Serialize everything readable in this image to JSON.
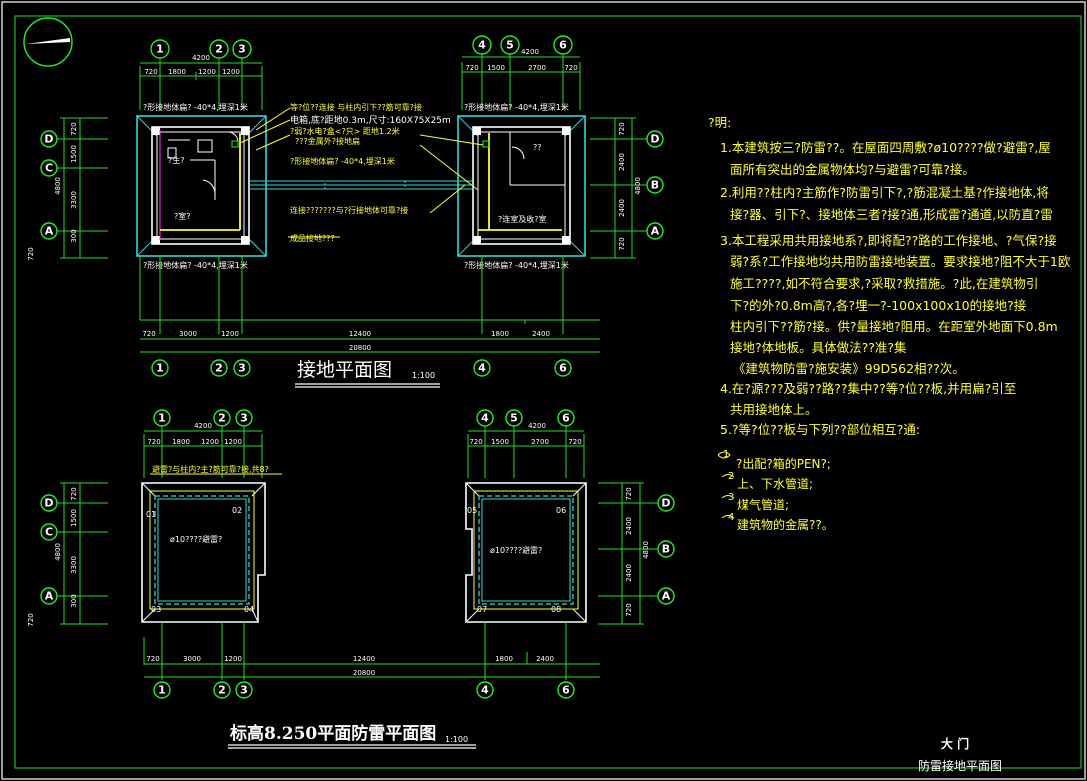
{
  "plan1": {
    "title": "接地平面图",
    "scale": "1:100",
    "axes_top_left": [
      "1",
      "2",
      "3"
    ],
    "axes_top_right": [
      "4",
      "5",
      "6"
    ],
    "top_dim_overall_left": "4200",
    "top_dims_left": [
      "720",
      "1800",
      "1200",
      "1200"
    ],
    "top_dim_overall_right": "4200",
    "top_dims_right": [
      "720",
      "1500",
      "2700",
      "720"
    ],
    "axes_left": [
      "D",
      "C",
      "A"
    ],
    "axes_right": [
      "D",
      "B",
      "A"
    ],
    "left_dims": [
      "720",
      "1500",
      "3300",
      "300",
      "720"
    ],
    "left_dim_overall": "4800",
    "right_dims": [
      "720",
      "2400",
      "2400",
      "720"
    ],
    "right_dim_overall": "4800",
    "bottom_dims": [
      "720",
      "3000",
      "1200",
      "12400",
      "1800",
      "2400"
    ],
    "bottom_overall": "20800",
    "axes_bottom": [
      "1",
      "2",
      "3",
      "4",
      "6"
    ],
    "ann_ring_tl": "?形接地体扁? -40*4,埋深1米",
    "ann_ring_bl": "?形接地体扁? -40*4,埋深1米",
    "ann_ring_tr": "?形接地体扁? -40*4,埋深1米",
    "ann_ring_br": "?形接地体扁? -40*4,埋深1米",
    "ann_mid1": "等?位??连接 与柱内引下??筋可靠?接",
    "ann_mid2": "电箱,底?距地0.3m,尺寸:160X75X25m",
    "ann_mid3": "?弱?水电?盒<?只> 距地1.2米",
    "ann_mid4": "???金属外?接地扁",
    "ann_mid5": "?形接地体扁? -40*4,埋深1米",
    "ann_mid6": "连接???????与?行接地体可靠?接",
    "ann_mid7": "成品接地???",
    "room_left_1": "?生?",
    "room_left_2": "?室?",
    "room_right_1": "??",
    "room_right_2": "?连室及收?室"
  },
  "plan2": {
    "title": "标高8.250平面防雷平面图",
    "scale": "1:100",
    "axes_top_left": [
      "1",
      "2",
      "3"
    ],
    "axes_top_right": [
      "4",
      "5",
      "6"
    ],
    "top_dim_overall_left": "4200",
    "top_dims_left": [
      "720",
      "1800",
      "1200",
      "1200"
    ],
    "top_dim_overall_right": "4200",
    "top_dims_right": [
      "720",
      "1500",
      "2700",
      "720"
    ],
    "axes_left": [
      "D",
      "C",
      "A"
    ],
    "axes_right": [
      "D",
      "B",
      "A"
    ],
    "left_dims": [
      "720",
      "1500",
      "3300",
      "300",
      "720"
    ],
    "left_dim_overall": "4800",
    "right_dims": [
      "720",
      "2400",
      "2400",
      "720"
    ],
    "right_dim_overall": "4800",
    "bottom_dims": [
      "720",
      "3000",
      "1200",
      "12400",
      "1800",
      "2400"
    ],
    "bottom_overall": "20800",
    "axes_bottom": [
      "1",
      "2",
      "3",
      "4",
      "6"
    ],
    "ann_top": "避雷?与柱内?主?筋可靠?接,共8?",
    "ann_left": "ø10????避雷?",
    "ann_right": "ø10????避雷?",
    "points_left": [
      "01",
      "02",
      "03",
      "04"
    ],
    "points_right": [
      "05",
      "06",
      "07",
      "08"
    ]
  },
  "notes": {
    "heading": "?明:",
    "lines": [
      "1.本建筑按三?防雷??。在屋面四周敷?ø10????做?避雷?,屋",
      "面所有突出的金属物体均?与避雷?可靠?接。",
      "2.利用??柱内?主筋作?防雷引下?,?筋混凝土基?作接地体,将",
      "接?器、引下?、接地体三者?接?通,形成雷?通道,以防直?雷",
      "3.本工程采用共用接地系?,即将配??路的工作接地、?气保?接",
      "弱?系?工作接地均共用防雷接地装置。要求接地?阻不大于1欧",
      "施工????,如不符合要求,?采取?救措施。?此,在建筑物引",
      "下?的外?0.8m高?,各?埋一?-100x100x10的接地?接",
      "柱内引下??筋?接。供?量接地?阻用。在距室外地面下0.8m",
      "接地?体地板。具体做法??准?集",
      "《建筑物防雷?施安装》99D562相??次。",
      "4.在?源???及弱??路??集中??等?位??板,并用扁?引至",
      "共用接地体上。",
      "5.?等?位??板与下列??部位相互?通:"
    ],
    "sub_items": [
      "?出配?箱的PEN?;",
      "上、下水管道;",
      "煤气管道;",
      "建筑物的金属??。"
    ],
    "sub_markers": [
      "1",
      "2",
      "3",
      "4"
    ]
  },
  "title_block": {
    "name": "大 门",
    "subtitle": "防雷接地平面图"
  }
}
